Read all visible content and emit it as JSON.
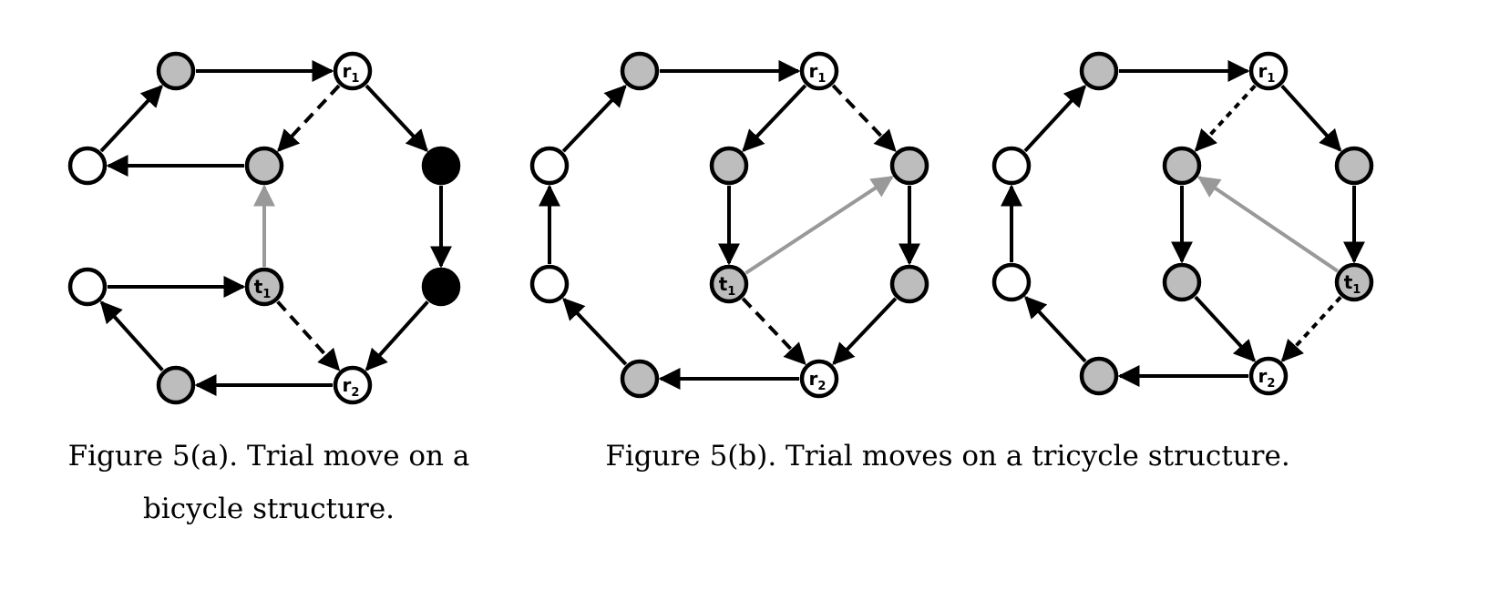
{
  "colors": {
    "edge": "#000000",
    "gray_edge": "#999999",
    "node_white": "#ffffff",
    "node_gray": "#bdbdbd",
    "node_black": "#000000"
  },
  "caption_a": {
    "line1": "Figure 5(a). Trial move on a",
    "line2": "bicycle structure."
  },
  "caption_b": {
    "line1": "Figure 5(b). Trial moves on a tricycle structure."
  },
  "diagrams": [
    {
      "id": "bicycle",
      "nodes": [
        {
          "id": "g_top",
          "fill": "gray",
          "label": "",
          "sub": ""
        },
        {
          "id": "r1",
          "fill": "white",
          "label": "r",
          "sub": "1"
        },
        {
          "id": "w_left_top",
          "fill": "white",
          "label": "",
          "sub": ""
        },
        {
          "id": "g_mid",
          "fill": "gray",
          "label": "",
          "sub": ""
        },
        {
          "id": "b_top",
          "fill": "black",
          "label": "",
          "sub": ""
        },
        {
          "id": "w_left_bot",
          "fill": "white",
          "label": "",
          "sub": ""
        },
        {
          "id": "t1",
          "fill": "gray",
          "label": "t",
          "sub": "1"
        },
        {
          "id": "b_bot",
          "fill": "black",
          "label": "",
          "sub": ""
        },
        {
          "id": "g_bottom",
          "fill": "gray",
          "label": "",
          "sub": ""
        },
        {
          "id": "r2",
          "fill": "white",
          "label": "r",
          "sub": "2"
        }
      ],
      "edges": [
        {
          "from": "w_left_top",
          "to": "g_top",
          "style": "solid"
        },
        {
          "from": "g_top",
          "to": "r1",
          "style": "solid"
        },
        {
          "from": "r1",
          "to": "b_top",
          "style": "solid"
        },
        {
          "from": "b_top",
          "to": "b_bot",
          "style": "solid"
        },
        {
          "from": "b_bot",
          "to": "r2",
          "style": "solid"
        },
        {
          "from": "r2",
          "to": "g_bottom",
          "style": "solid"
        },
        {
          "from": "g_bottom",
          "to": "w_left_bot",
          "style": "solid"
        },
        {
          "from": "w_left_bot",
          "to": "t1",
          "style": "solid"
        },
        {
          "from": "g_mid",
          "to": "w_left_top",
          "style": "solid"
        },
        {
          "from": "r1",
          "to": "g_mid",
          "style": "dashed"
        },
        {
          "from": "t1",
          "to": "r2",
          "style": "dashed"
        },
        {
          "from": "t1",
          "to": "g_mid",
          "style": "gray"
        }
      ]
    },
    {
      "id": "tricycle_1",
      "nodes": [
        {
          "id": "g_top",
          "fill": "gray",
          "label": "",
          "sub": ""
        },
        {
          "id": "r1",
          "fill": "white",
          "label": "r",
          "sub": "1"
        },
        {
          "id": "w_left_top",
          "fill": "white",
          "label": "",
          "sub": ""
        },
        {
          "id": "g_inner_top",
          "fill": "gray",
          "label": "",
          "sub": ""
        },
        {
          "id": "g_right_top",
          "fill": "gray",
          "label": "",
          "sub": ""
        },
        {
          "id": "w_left_bot",
          "fill": "white",
          "label": "",
          "sub": ""
        },
        {
          "id": "t1",
          "fill": "gray",
          "label": "t",
          "sub": "1"
        },
        {
          "id": "g_right_bot",
          "fill": "gray",
          "label": "",
          "sub": ""
        },
        {
          "id": "g_bottom",
          "fill": "gray",
          "label": "",
          "sub": ""
        },
        {
          "id": "r2",
          "fill": "white",
          "label": "r",
          "sub": "2"
        }
      ],
      "edges": [
        {
          "from": "w_left_top",
          "to": "g_top",
          "style": "solid"
        },
        {
          "from": "g_top",
          "to": "r1",
          "style": "solid"
        },
        {
          "from": "r1",
          "to": "g_inner_top",
          "style": "solid"
        },
        {
          "from": "r1",
          "to": "g_right_top",
          "style": "dashed"
        },
        {
          "from": "g_inner_top",
          "to": "t1",
          "style": "solid"
        },
        {
          "from": "g_right_top",
          "to": "g_right_bot",
          "style": "solid"
        },
        {
          "from": "g_right_bot",
          "to": "r2",
          "style": "solid"
        },
        {
          "from": "t1",
          "to": "r2",
          "style": "dashed"
        },
        {
          "from": "r2",
          "to": "g_bottom",
          "style": "solid"
        },
        {
          "from": "g_bottom",
          "to": "w_left_bot",
          "style": "solid"
        },
        {
          "from": "w_left_bot",
          "to": "w_left_top",
          "style": "solid"
        },
        {
          "from": "t1",
          "to": "g_right_top",
          "style": "gray"
        }
      ]
    },
    {
      "id": "tricycle_2",
      "nodes": [
        {
          "id": "g_top",
          "fill": "gray",
          "label": "",
          "sub": ""
        },
        {
          "id": "r1",
          "fill": "white",
          "label": "r",
          "sub": "1"
        },
        {
          "id": "w_left_top",
          "fill": "white",
          "label": "",
          "sub": ""
        },
        {
          "id": "g_inner_top",
          "fill": "gray",
          "label": "",
          "sub": ""
        },
        {
          "id": "g_right_top",
          "fill": "gray",
          "label": "",
          "sub": ""
        },
        {
          "id": "w_left_bot",
          "fill": "white",
          "label": "",
          "sub": ""
        },
        {
          "id": "g_inner_bot",
          "fill": "gray",
          "label": "",
          "sub": ""
        },
        {
          "id": "t1",
          "fill": "gray",
          "label": "t",
          "sub": "1"
        },
        {
          "id": "g_bottom",
          "fill": "gray",
          "label": "",
          "sub": ""
        },
        {
          "id": "r2",
          "fill": "white",
          "label": "r",
          "sub": "2"
        }
      ],
      "edges": [
        {
          "from": "w_left_top",
          "to": "g_top",
          "style": "solid"
        },
        {
          "from": "g_top",
          "to": "r1",
          "style": "solid"
        },
        {
          "from": "r1",
          "to": "g_inner_top",
          "style": "dotted"
        },
        {
          "from": "r1",
          "to": "g_right_top",
          "style": "solid"
        },
        {
          "from": "g_right_top",
          "to": "t1",
          "style": "solid"
        },
        {
          "from": "g_inner_top",
          "to": "g_inner_bot",
          "style": "solid"
        },
        {
          "from": "g_inner_bot",
          "to": "r2",
          "style": "solid"
        },
        {
          "from": "t1",
          "to": "r2",
          "style": "dotted"
        },
        {
          "from": "r2",
          "to": "g_bottom",
          "style": "solid"
        },
        {
          "from": "g_bottom",
          "to": "w_left_bot",
          "style": "solid"
        },
        {
          "from": "w_left_bot",
          "to": "w_left_top",
          "style": "solid"
        },
        {
          "from": "t1",
          "to": "g_inner_top",
          "style": "gray"
        }
      ]
    }
  ]
}
